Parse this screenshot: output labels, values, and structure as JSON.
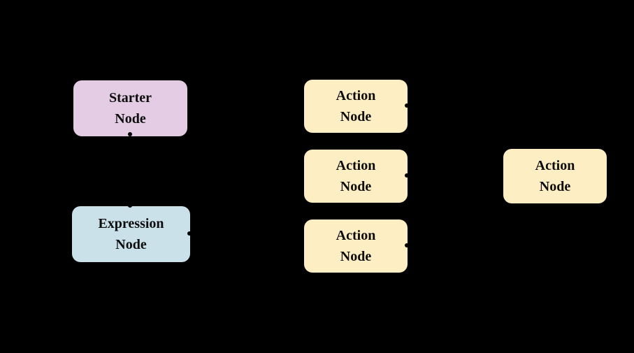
{
  "canvas": {
    "background_color": "#000000",
    "text_color": "#0d0d0d"
  },
  "nodes": {
    "starter": {
      "label": "Starter\nNode",
      "fill": "#e4cde4"
    },
    "expression": {
      "label": "Expression\nNode",
      "fill": "#cae1ea"
    },
    "action1": {
      "label": "Action\nNode",
      "fill": "#fdeec3"
    },
    "action2": {
      "label": "Action\nNode",
      "fill": "#fdeec3"
    },
    "action3": {
      "label": "Action\nNode",
      "fill": "#fdeec3"
    },
    "action_right": {
      "label": "Action\nNode",
      "fill": "#fdeec3"
    }
  }
}
